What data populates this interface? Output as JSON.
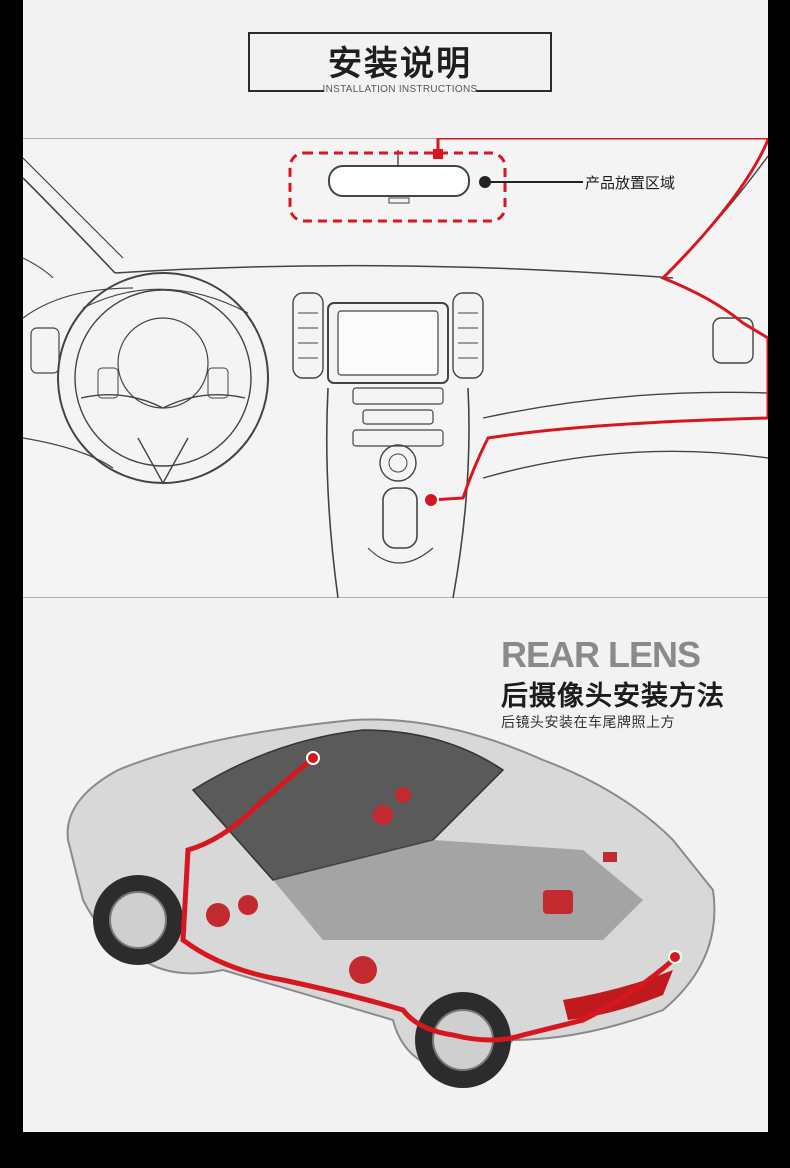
{
  "header": {
    "title": "安装说明",
    "subtitle": "INSTALLATION INSTRUCTIONS"
  },
  "front_section": {
    "callout_label": "产品放置区域"
  },
  "rear_section": {
    "heading_en": "REAR LENS",
    "heading_cn": "后摄像头安装方法",
    "description": "后镜头安装在车尾牌照上方"
  },
  "colors": {
    "accent": "#d7171f",
    "panel": "#f2f2f2",
    "line": "#444444",
    "frame": "#000000"
  }
}
